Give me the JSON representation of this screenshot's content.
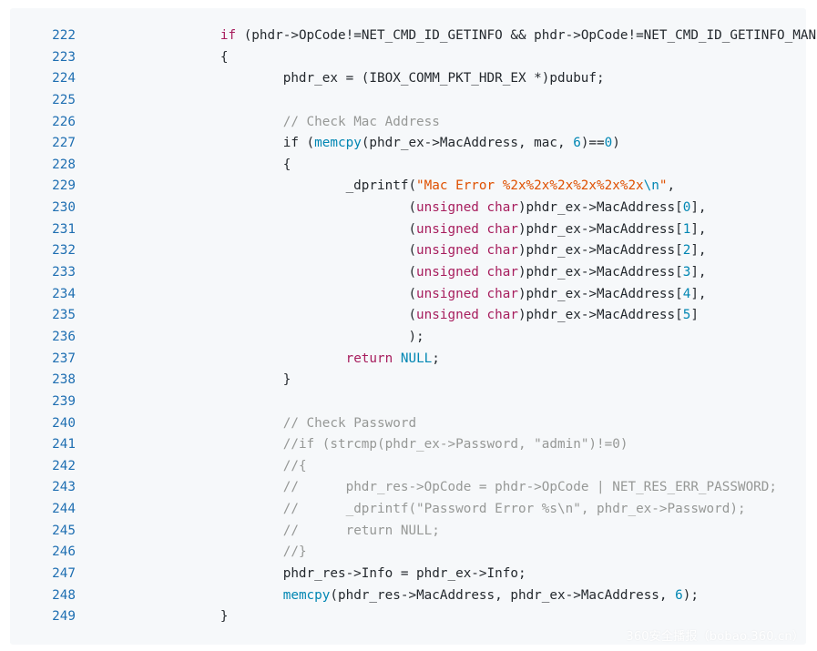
{
  "colors": {
    "panel_background": "#f6f8fa",
    "line_number": "#1f6fb2",
    "plain": "#24292e",
    "keyword": "#a71d5d",
    "function": "#0086b3",
    "string": "#df5000",
    "comment": "#969896"
  },
  "watermark": "360安全播报（bobao.360.cn）",
  "lines": [
    {
      "n": "222",
      "tokens": [
        [
          "plain",
          "        "
        ],
        [
          "keyword",
          "if"
        ],
        [
          "plain",
          " (phdr->OpCode!=NET_CMD_ID_GETINFO && phdr->OpCode!=NET_CMD_ID_GETINFO_MANU)"
        ]
      ]
    },
    {
      "n": "223",
      "tokens": [
        [
          "plain",
          "        {"
        ]
      ]
    },
    {
      "n": "224",
      "tokens": [
        [
          "plain",
          "                phdr_ex = (IBOX_COMM_PKT_HDR_EX *)pdubuf;"
        ]
      ]
    },
    {
      "n": "225",
      "tokens": []
    },
    {
      "n": "226",
      "tokens": [
        [
          "plain",
          "                "
        ],
        [
          "comment",
          "// Check Mac Address"
        ]
      ]
    },
    {
      "n": "227",
      "tokens": [
        [
          "plain",
          "                if ("
        ],
        [
          "func",
          "memcpy"
        ],
        [
          "plain",
          "(phdr_ex->MacAddress, mac, "
        ],
        [
          "number",
          "6"
        ],
        [
          "plain",
          ")=="
        ],
        [
          "number",
          "0"
        ],
        [
          "plain",
          ")"
        ]
      ]
    },
    {
      "n": "228",
      "tokens": [
        [
          "plain",
          "                {"
        ]
      ]
    },
    {
      "n": "229",
      "tokens": [
        [
          "plain",
          "                        _dprintf("
        ],
        [
          "string",
          "\"Mac Error %2x%2x%2x%2x%2x%2x"
        ],
        [
          "escape",
          "\\n"
        ],
        [
          "string",
          "\""
        ],
        [
          "plain",
          ","
        ]
      ]
    },
    {
      "n": "230",
      "tokens": [
        [
          "plain",
          "                                ("
        ],
        [
          "type",
          "unsigned char"
        ],
        [
          "plain",
          ")phdr_ex->MacAddress["
        ],
        [
          "number",
          "0"
        ],
        [
          "plain",
          "],"
        ]
      ]
    },
    {
      "n": "231",
      "tokens": [
        [
          "plain",
          "                                ("
        ],
        [
          "type",
          "unsigned char"
        ],
        [
          "plain",
          ")phdr_ex->MacAddress["
        ],
        [
          "number",
          "1"
        ],
        [
          "plain",
          "],"
        ]
      ]
    },
    {
      "n": "232",
      "tokens": [
        [
          "plain",
          "                                ("
        ],
        [
          "type",
          "unsigned char"
        ],
        [
          "plain",
          ")phdr_ex->MacAddress["
        ],
        [
          "number",
          "2"
        ],
        [
          "plain",
          "],"
        ]
      ]
    },
    {
      "n": "233",
      "tokens": [
        [
          "plain",
          "                                ("
        ],
        [
          "type",
          "unsigned char"
        ],
        [
          "plain",
          ")phdr_ex->MacAddress["
        ],
        [
          "number",
          "3"
        ],
        [
          "plain",
          "],"
        ]
      ]
    },
    {
      "n": "234",
      "tokens": [
        [
          "plain",
          "                                ("
        ],
        [
          "type",
          "unsigned char"
        ],
        [
          "plain",
          ")phdr_ex->MacAddress["
        ],
        [
          "number",
          "4"
        ],
        [
          "plain",
          "],"
        ]
      ]
    },
    {
      "n": "235",
      "tokens": [
        [
          "plain",
          "                                ("
        ],
        [
          "type",
          "unsigned char"
        ],
        [
          "plain",
          ")phdr_ex->MacAddress["
        ],
        [
          "number",
          "5"
        ],
        [
          "plain",
          "]"
        ]
      ]
    },
    {
      "n": "236",
      "tokens": [
        [
          "plain",
          "                                );"
        ]
      ]
    },
    {
      "n": "237",
      "tokens": [
        [
          "plain",
          "                        "
        ],
        [
          "keyword",
          "return"
        ],
        [
          "plain",
          " "
        ],
        [
          "const",
          "NULL"
        ],
        [
          "plain",
          ";"
        ]
      ]
    },
    {
      "n": "238",
      "tokens": [
        [
          "plain",
          "                }"
        ]
      ]
    },
    {
      "n": "239",
      "tokens": []
    },
    {
      "n": "240",
      "tokens": [
        [
          "plain",
          "                "
        ],
        [
          "comment",
          "// Check Password"
        ]
      ]
    },
    {
      "n": "241",
      "tokens": [
        [
          "plain",
          "                "
        ],
        [
          "comment",
          "//if (strcmp(phdr_ex->Password, \"admin\")!=0)"
        ]
      ]
    },
    {
      "n": "242",
      "tokens": [
        [
          "plain",
          "                "
        ],
        [
          "comment",
          "//{"
        ]
      ]
    },
    {
      "n": "243",
      "tokens": [
        [
          "plain",
          "                "
        ],
        [
          "comment",
          "//      phdr_res->OpCode = phdr->OpCode | NET_RES_ERR_PASSWORD;"
        ]
      ]
    },
    {
      "n": "244",
      "tokens": [
        [
          "plain",
          "                "
        ],
        [
          "comment",
          "//      _dprintf(\"Password Error %s\\n\", phdr_ex->Password);"
        ]
      ]
    },
    {
      "n": "245",
      "tokens": [
        [
          "plain",
          "                "
        ],
        [
          "comment",
          "//      return NULL;"
        ]
      ]
    },
    {
      "n": "246",
      "tokens": [
        [
          "plain",
          "                "
        ],
        [
          "comment",
          "//}"
        ]
      ]
    },
    {
      "n": "247",
      "tokens": [
        [
          "plain",
          "                phdr_res->Info = phdr_ex->Info;"
        ]
      ]
    },
    {
      "n": "248",
      "tokens": [
        [
          "plain",
          "                "
        ],
        [
          "func",
          "memcpy"
        ],
        [
          "plain",
          "(phdr_res->MacAddress, phdr_ex->MacAddress, "
        ],
        [
          "number",
          "6"
        ],
        [
          "plain",
          ");"
        ]
      ]
    },
    {
      "n": "249",
      "tokens": [
        [
          "plain",
          "        }"
        ]
      ]
    }
  ]
}
